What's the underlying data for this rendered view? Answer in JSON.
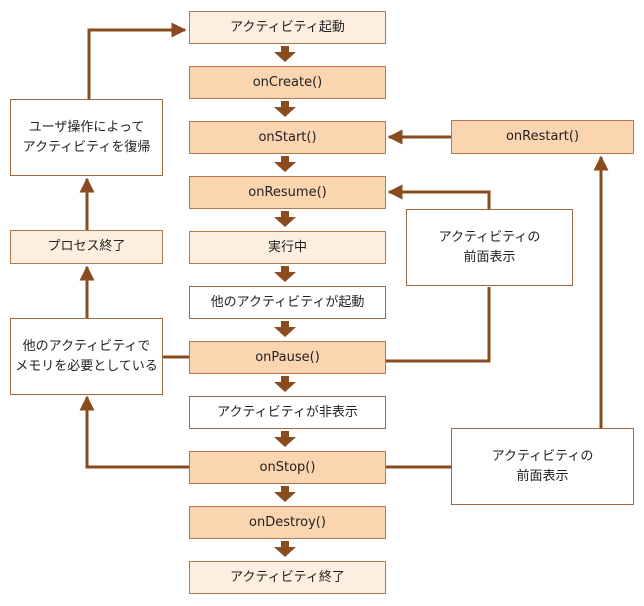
{
  "center": {
    "start": "アクティビティ起動",
    "on_create": "onCreate()",
    "on_start": "onStart()",
    "on_resume": "onResume()",
    "running": "実行中",
    "other_starts": "他のアクティビティが起動",
    "on_pause": "onPause()",
    "hidden": "アクティビティが非表示",
    "on_stop": "onStop()",
    "on_destroy": "onDestroy()",
    "end": "アクティビティ終了"
  },
  "left": {
    "user_returns": "ユーザ操作によって\nアクティビティを復帰",
    "process_killed": "プロセス終了",
    "memory_needed": "他のアクティビティで\nメモリを必要としている"
  },
  "right": {
    "on_restart": "onRestart()",
    "foreground_1": "アクティビティの\n前面表示",
    "foreground_2": "アクティビティの\n前面表示"
  },
  "colors": {
    "arrow": "#8a4b1e",
    "box_light": "#fdeee0",
    "box_orange": "#fbd4b0",
    "box_border": "#b27a4c"
  }
}
